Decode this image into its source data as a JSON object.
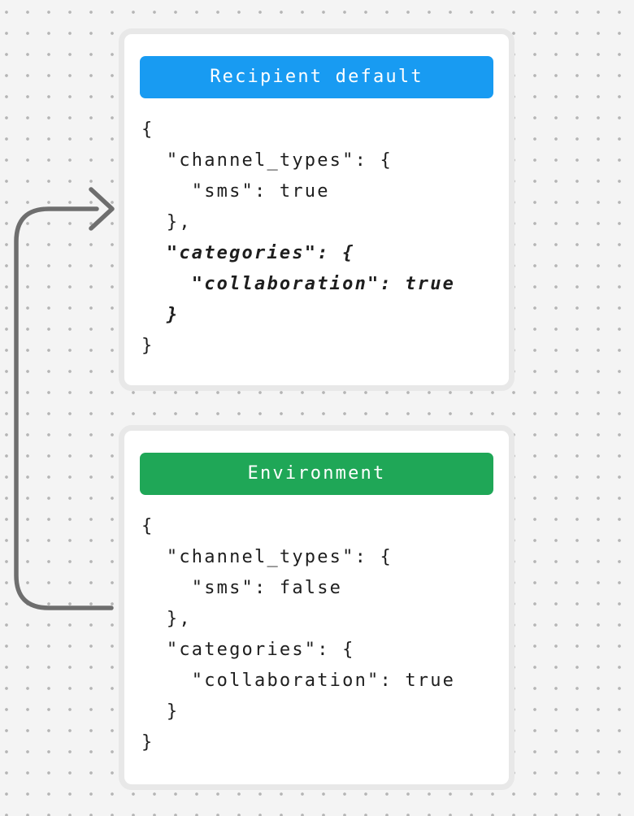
{
  "canvas": {
    "background_color": "#f4f4f4",
    "dot_color": "#b5b5b5",
    "arrow_color": "#6e6e6e"
  },
  "cards": [
    {
      "header": {
        "label": "Recipient default",
        "color": "#189bf2"
      },
      "code_lines": [
        {
          "text": "{",
          "style": "regular"
        },
        {
          "text": "  \"channel_types\": {",
          "style": "regular"
        },
        {
          "text": "    \"sms\": true",
          "style": "regular"
        },
        {
          "text": "  },",
          "style": "regular"
        },
        {
          "text": "  \"categories\": {",
          "style": "emphasis"
        },
        {
          "text": "    \"collaboration\": true",
          "style": "emphasis"
        },
        {
          "text": "  }",
          "style": "emphasis"
        },
        {
          "text": "}",
          "style": "regular"
        }
      ]
    },
    {
      "header": {
        "label": "Environment",
        "color": "#1fa757"
      },
      "code_lines": [
        {
          "text": "{",
          "style": "regular"
        },
        {
          "text": "  \"channel_types\": {",
          "style": "regular"
        },
        {
          "text": "    \"sms\": false",
          "style": "regular"
        },
        {
          "text": "  },",
          "style": "regular"
        },
        {
          "text": "  \"categories\": {",
          "style": "regular"
        },
        {
          "text": "    \"collaboration\": true",
          "style": "regular"
        },
        {
          "text": "  }",
          "style": "regular"
        },
        {
          "text": "}",
          "style": "regular"
        }
      ]
    }
  ]
}
